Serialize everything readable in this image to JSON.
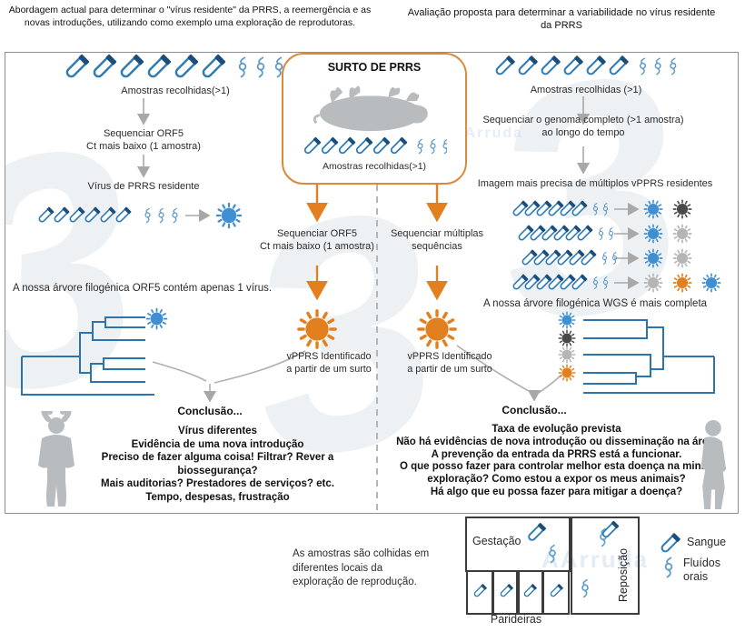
{
  "palette": {
    "accent_orange": "#e2801f",
    "outbreak_border_orange": "#d98a3d",
    "tube_blue": "#2e7bb5",
    "tube_cap_navy": "#1d4e79",
    "fluid_blue": "#5f9bc8",
    "tree_blue": "#2b74ad",
    "virus_blue": "#3f8fd2",
    "virus_dark_gray": "#4a4a4a",
    "virus_light_gray": "#b5b5b5",
    "silhouette_gray": "#b9bcbe",
    "arrow_gray": "#a8a8a8"
  },
  "headers": {
    "current": "Abordagem actual para determinar o \"vírus residente\" da PRRS, a reemergência e as novas introduções, utilizando como exemplo uma exploração de reprodutoras.",
    "proposed": "Avaliação proposta para determinar a variabilidade no vírus residente da PRRS"
  },
  "current_approach": {
    "samples_label": "Amostras recolhidas(>1)",
    "sequence_step": "Sequenciar ORF5\nCt mais baixo (1 amostra)",
    "resident_virus_label": "Vírus de PRRS residente",
    "tree_caption": "A nossa árvore filogénica ORF5 contém apenas 1 vírus.",
    "conclusion_title": "Conclusão...",
    "conclusion_text": "Vírus diferentes\nEvidência de uma nova introdução\nPreciso de fazer alguma coisa! Filtrar? Rever a biossegurança?\nMais auditorias? Prestadores de serviços? etc.\nTempo, despesas, frustração"
  },
  "outbreak": {
    "title": "SURTO DE PRRS",
    "samples_label": "Amostras recolhidas(>1)",
    "orf5_step": "Sequenciar ORF5\nCt mais baixo (1 amostra)",
    "multi_step": "Sequenciar múltiplas\nsequências",
    "identified_label_left": "vPPRS Identificado\na partir de um surto",
    "identified_label_right": "vPPRS Identificado\na partir de um surto"
  },
  "proposed_approach": {
    "samples_label": "Amostras recolhidas (>1)",
    "sequence_step": "Sequenciar o genoma completo (>1 amostra)\nao longo do tempo",
    "overview_label": "Imagem mais precisa de múltiplos vPPRS residentes",
    "virus_rows": [
      [
        "blue",
        "dark-gray"
      ],
      [
        "blue",
        "light-gray"
      ],
      [
        "blue",
        "light-gray"
      ],
      [
        "light-gray",
        "orange",
        "blue"
      ]
    ],
    "tree_caption": "A nossa árvore filogénica WGS é mais completa",
    "tree_tip_viruses": [
      "blue",
      "dark-gray",
      "light-gray",
      "orange"
    ],
    "conclusion_title": "Conclusão...",
    "conclusion_text": "Taxa de evolução prevista\nNão há evidências de nova introdução ou disseminação na área.\nA prevenção da entrada da PRRS está a funcionar.\nO que posso fazer para controlar melhor esta doença na minha exploração? Como estou a expor os meus animais?\nHá algo que eu possa fazer para mitigar a doença?"
  },
  "farm_map": {
    "caption": "As amostras são colhidas em\ndiferentes locais da\nexploração de reprodução.",
    "rooms": {
      "gestation": "Gestação",
      "farrowing": "Parideiras",
      "replacement": "Reposição"
    },
    "legend": {
      "blood": "Sangue",
      "oral_fluids": "Fluídos\norais"
    }
  },
  "icons": {
    "test_tube_icon": "blood-sample-tube",
    "oral_fluid_icon": "oral-fluids-rope",
    "virus_icon": "prrs-virus-particle",
    "pig_icon": "dead-pig-silhouette",
    "person_frustrated_icon": "frustrated-farmer-silhouette",
    "person_standing_icon": "farmer-silhouette"
  },
  "watermark": "AArruda"
}
